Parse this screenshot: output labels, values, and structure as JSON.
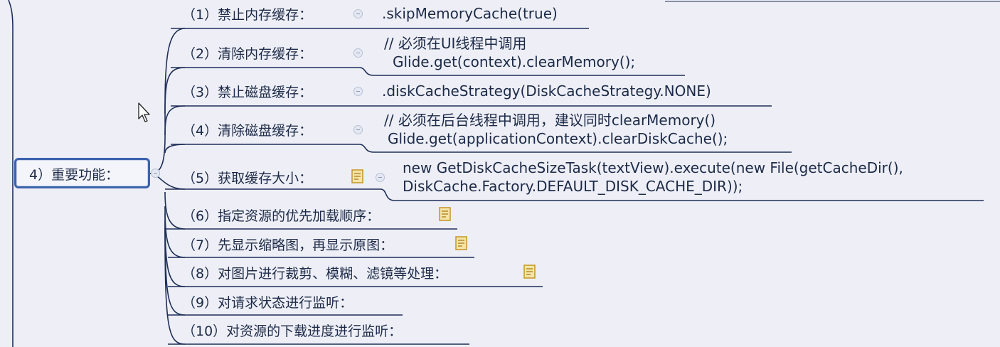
{
  "root": {
    "label": "4）重要功能："
  },
  "items": [
    {
      "label": "（1）禁止内存缓存：",
      "code": [
        ".skipMemoryCache(true)"
      ]
    },
    {
      "label": "（2）清除内存缓存：",
      "code": [
        "// 必须在UI线程中调用",
        "Glide.get(context).clearMemory();"
      ]
    },
    {
      "label": "（3）禁止磁盘缓存：",
      "code": [
        ".diskCacheStrategy(DiskCacheStrategy.NONE)"
      ]
    },
    {
      "label": "（4）清除磁盘缓存：",
      "code": [
        "// 必须在后台线程中调用，建议同时clearMemory()",
        "Glide.get(applicationContext).clearDiskCache();"
      ]
    },
    {
      "label": "（5）获取缓存大小：",
      "code": [
        "new GetDiskCacheSizeTask(textView).execute(new File(getCacheDir(),",
        "DiskCache.Factory.DEFAULT_DISK_CACHE_DIR));"
      ]
    },
    {
      "label": "（6）指定资源的优先加载顺序："
    },
    {
      "label": "（7）先显示缩略图，再显示原图："
    },
    {
      "label": "（8）对图片进行裁剪、模糊、滤镜等处理："
    },
    {
      "label": "（9）对请求状态进行监听："
    },
    {
      "label": "（10）对资源的下载进度进行监听："
    }
  ],
  "icons": {
    "collapse": "collapse-minus-icon",
    "note": "note-icon",
    "cursor": "mouse-pointer-icon"
  },
  "colors": {
    "background": "#eeeff6",
    "line": "#1f2f58",
    "root_border": "#3d62ad",
    "note": "#e2b73a"
  }
}
